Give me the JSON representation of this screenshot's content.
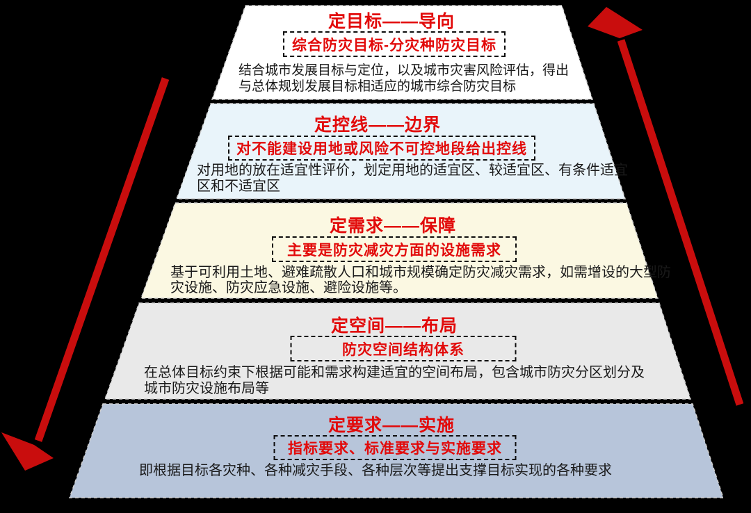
{
  "page": {
    "background": "#000000",
    "accent_red": "#e20a0a",
    "arrow_red": "#c90d0d",
    "box_border": "#0d0d0d",
    "band_stroke": "#cfcfcf"
  },
  "arrows": {
    "left_down_arrow": "red downward arrow on left side",
    "right_up_arrow": "red upward arrow on right side",
    "color": "#c90d0d"
  },
  "bands": [
    {
      "title": "定目标——导向",
      "box_label": "综合防灾目标-分灾种防灾目标",
      "body_lines": [
        "结合城市发展目标与定位，以及城市灾害风险评估，得出",
        "与总体规划发展目标相适应的城市综合防灾目标"
      ],
      "fill": "#ffffff"
    },
    {
      "title": "定控线——边界",
      "box_label": "对不能建设用地或风险不可控地段给出控线",
      "body_lines": [
        "对用地的放在适宜性评价，划定用地的适宜区、较适宜区、有条件适宜",
        "区和不适宜区"
      ],
      "fill": "#e9f4fa"
    },
    {
      "title": "定需求——保障",
      "box_label": "主要是防灾减灾方面的设施需求",
      "body_lines": [
        "基于可利用土地、避难疏散人口和城市规模确定防灾减灾需求，如需增设的大型防",
        "灾设施、防灾应急设施、避险设施等。"
      ],
      "fill": "#fbf8e2"
    },
    {
      "title": "定空间——布局",
      "box_label": "防灾空间结构体系",
      "body_lines": [
        "在总体目标约束下根据可能和需求构建适宜的空间布局，包含城市防灾分区划分及",
        "城市防灾设施布局等"
      ],
      "fill": "#e9e9e9"
    },
    {
      "title": "定要求——实施",
      "box_label": "指标要求、标准要求与实施要求",
      "body_lines": [
        "即根据目标各灾种、各种减灾手段、各种层次等提出支撑目标实现的各种要求"
      ],
      "fill": "#b7c5da"
    }
  ]
}
